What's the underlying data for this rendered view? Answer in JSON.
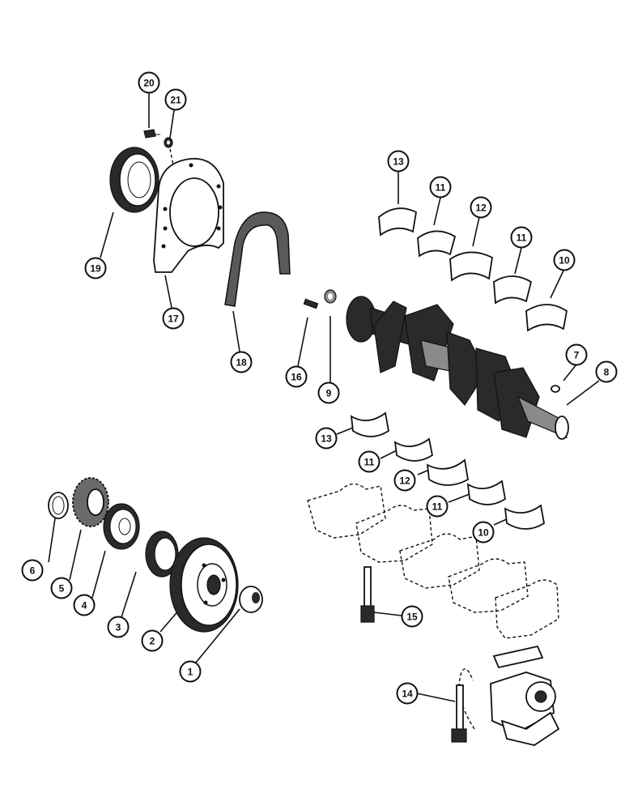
{
  "callouts": [
    {
      "id": "c20",
      "label": "20"
    },
    {
      "id": "c21",
      "label": "21"
    },
    {
      "id": "c19",
      "label": "19"
    },
    {
      "id": "c17",
      "label": "17"
    },
    {
      "id": "c18",
      "label": "18"
    },
    {
      "id": "c16",
      "label": "16"
    },
    {
      "id": "c9",
      "label": "9"
    },
    {
      "id": "c13a",
      "label": "13"
    },
    {
      "id": "c11a",
      "label": "11"
    },
    {
      "id": "c12a",
      "label": "12"
    },
    {
      "id": "c11b",
      "label": "11"
    },
    {
      "id": "c10a",
      "label": "10"
    },
    {
      "id": "c7",
      "label": "7"
    },
    {
      "id": "c8",
      "label": "8"
    },
    {
      "id": "c13b",
      "label": "13"
    },
    {
      "id": "c11c",
      "label": "11"
    },
    {
      "id": "c12b",
      "label": "12"
    },
    {
      "id": "c11d",
      "label": "11"
    },
    {
      "id": "c10b",
      "label": "10"
    },
    {
      "id": "c6",
      "label": "6"
    },
    {
      "id": "c5",
      "label": "5"
    },
    {
      "id": "c4",
      "label": "4"
    },
    {
      "id": "c3",
      "label": "3"
    },
    {
      "id": "c2",
      "label": "2"
    },
    {
      "id": "c1",
      "label": "1"
    },
    {
      "id": "c15",
      "label": "15"
    },
    {
      "id": "c14",
      "label": "14"
    }
  ],
  "parts": [
    {
      "id": "cap-screw",
      "icon": "cap-screw-icon"
    },
    {
      "id": "lock-washer",
      "icon": "washer-icon"
    },
    {
      "id": "rear-oil-seal",
      "icon": "oil-seal-icon"
    },
    {
      "id": "seal-retainer",
      "icon": "retainer-plate-icon"
    },
    {
      "id": "retainer-gasket",
      "icon": "gasket-icon"
    },
    {
      "id": "dowel",
      "icon": "dowel-icon"
    },
    {
      "id": "bushing",
      "icon": "bushing-icon"
    },
    {
      "id": "crankshaft",
      "icon": "crankshaft-icon"
    },
    {
      "id": "key",
      "icon": "key-icon"
    },
    {
      "id": "upper-bearings",
      "icon": "bearing-shell-icon"
    },
    {
      "id": "lower-bearings",
      "icon": "bearing-shell-icon"
    },
    {
      "id": "main-bearing-caps",
      "icon": "bearing-cap-icon"
    },
    {
      "id": "spacer",
      "icon": "spacer-icon"
    },
    {
      "id": "timing-gear",
      "icon": "gear-icon"
    },
    {
      "id": "oil-slinger",
      "icon": "slinger-icon"
    },
    {
      "id": "front-seal",
      "icon": "oil-seal-icon"
    },
    {
      "id": "pulley",
      "icon": "pulley-icon"
    },
    {
      "id": "dust-cap",
      "icon": "cap-icon"
    },
    {
      "id": "cap-bolt",
      "icon": "bolt-icon"
    },
    {
      "id": "oil-pump",
      "icon": "oil-pump-icon"
    }
  ]
}
